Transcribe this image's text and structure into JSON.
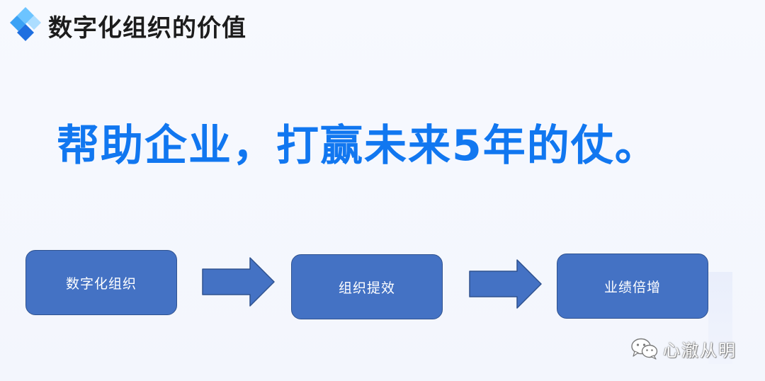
{
  "header": {
    "title": "数字化组织的价值",
    "logo_icon": "diamond-logo-icon"
  },
  "headline": "帮助企业，打赢未来5年的仗。",
  "flow": {
    "steps": [
      {
        "label": "数字化组织"
      },
      {
        "label": "组织提效"
      },
      {
        "label": "业绩倍增"
      }
    ],
    "arrow_icon": "right-arrow-icon"
  },
  "watermark": {
    "icon": "wechat-icon",
    "text": "心澈从明"
  },
  "colors": {
    "headline": "#1177f0",
    "box_fill": "#4472c4",
    "box_border": "#2f528f",
    "logo_light": "#5bb8ff",
    "logo_dark": "#1f6fe0"
  }
}
